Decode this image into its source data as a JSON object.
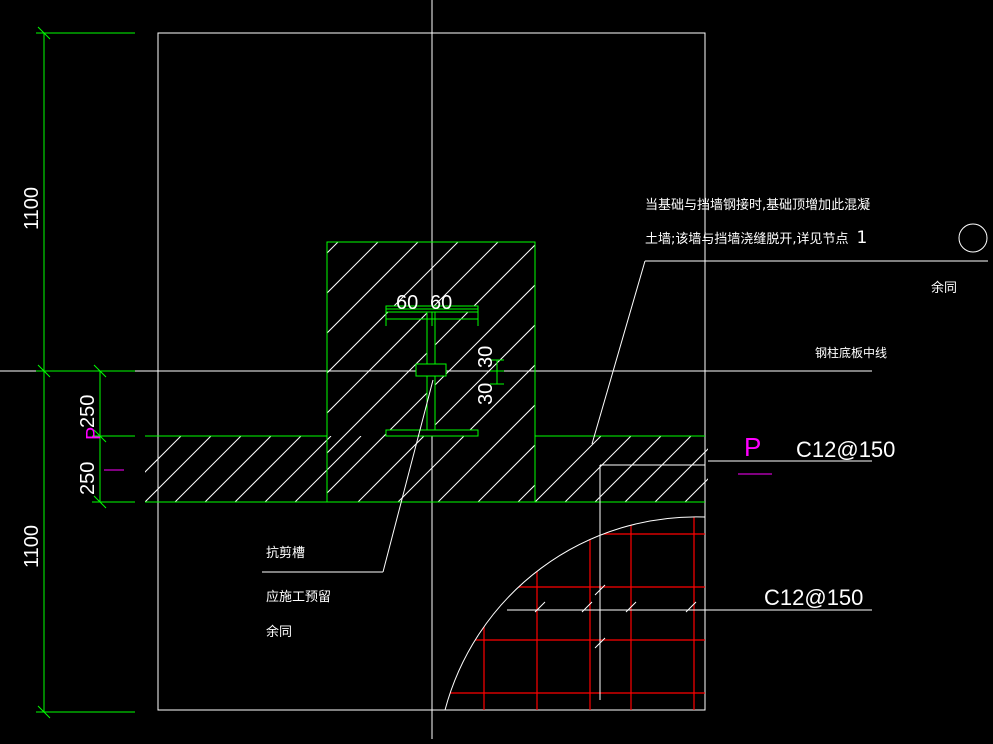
{
  "colors": {
    "background": "#000000",
    "outline": "#ffffff",
    "concrete": "#00ff00",
    "rebar": "#ff0000",
    "symbol": "#ff00ff",
    "dimension": "#00ff00"
  },
  "dimensions": {
    "top_height": "1100",
    "bottom_height": "1100",
    "slab_upper": "250",
    "slab_lower": "250",
    "flange_left": "60",
    "flange_right": "60",
    "web_upper": "30",
    "web_lower": "30"
  },
  "annotations": {
    "note_line1": "当基础与挡墙钢接时,基础顶增加此混凝",
    "note_line2": "土墙;该墙与挡墙浇缝脱开,详见节点",
    "note_detail_no": "1",
    "same_as": "余同",
    "column_centerline": "钢柱底板中线",
    "shear_key_line1": "抗剪槽",
    "shear_key_line2": "应施工预留",
    "shear_key_line3": "余同"
  },
  "symbols": {
    "section_mark_left": "P",
    "section_mark_right": "P"
  },
  "rebar_labels": {
    "slab_rebar": "C12@150",
    "mesh_rebar": "C12@150"
  }
}
